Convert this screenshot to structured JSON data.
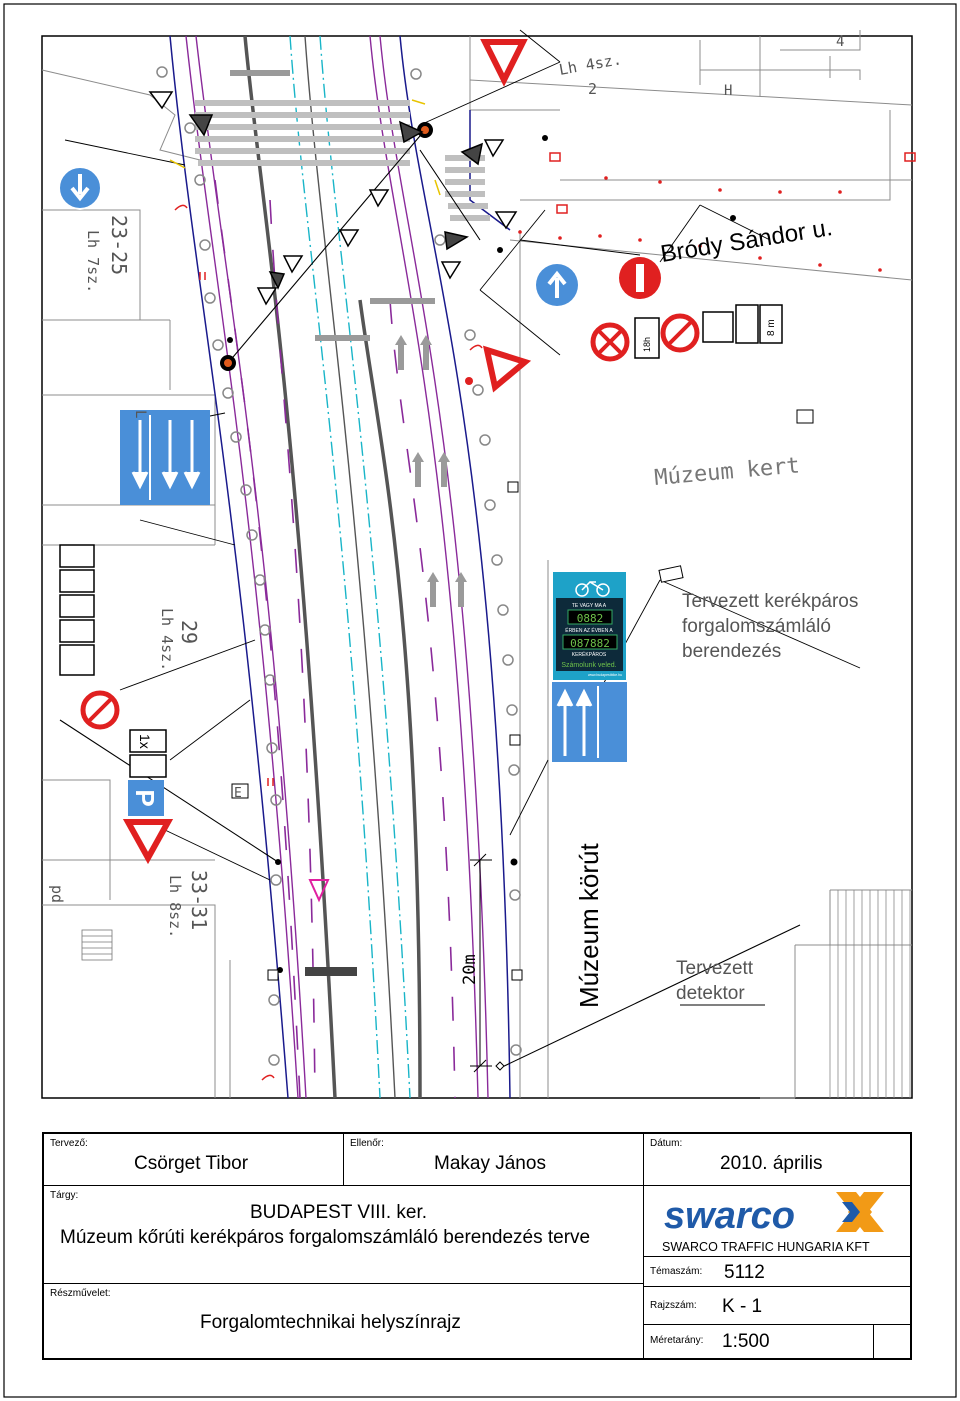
{
  "map": {
    "street_brody": "Bródy Sándor u.",
    "street_muzeum": "Múzeum körút",
    "place_muzeum_kert": "Múzeum kert",
    "callout_counter": [
      "Tervezett kerékpáros",
      "forgalomszámláló",
      "berendezés"
    ],
    "callout_detector": [
      "Tervezett",
      "detektor"
    ],
    "building_labels": {
      "lh4_top": "Lh 4sz.",
      "num_2": "2",
      "num_4": "4",
      "b23_25": "23-25",
      "lh7": "Lh 7sz.",
      "b29": "29",
      "lh4_mid": "Lh 4sz.",
      "b33_31": "33-31",
      "lh8": "Lh 8sz.",
      "pd": "pd",
      "e": "E",
      "h": "H",
      "l": "L"
    },
    "dimension": "20m",
    "parking_sign": "P",
    "counter_display": {
      "line1": "TE VAGY MA A",
      "digits1": "0882",
      "line2": "ÉRBEN AZ ÉVBEN A",
      "digits2": "087882",
      "line3": "KERÉKPÁROS",
      "slogan": "Számolunk veled.",
      "url": "www.budapestbike.hu"
    },
    "sign_texts": {
      "eight_m": "8 m",
      "eighteen_h": "18h",
      "one_x": "1x"
    }
  },
  "title_block": {
    "designer_label": "Tervező:",
    "designer": "Csörget Tibor",
    "checker_label": "Ellenőr:",
    "checker": "Makay János",
    "date_label": "Dátum:",
    "date": "2010. április",
    "subject_label": "Tárgy:",
    "subject_line1": "BUDAPEST VIII. ker.",
    "subject_line2": "Múzeum kőrúti kerékpáros forgalomszámláló berendezés terve",
    "company_logo": "swarco",
    "company": "SWARCO TRAFFIC HUNGARIA KFT",
    "subpart_label": "Részművelet:",
    "subpart": "Forgalomtechnikai helyszínrajz",
    "topic_label": "Témaszám:",
    "topic": "5112",
    "drawing_label": "Rajzszám:",
    "drawing": "K - 1",
    "scale_label": "Méretarány:",
    "scale": "1:500"
  },
  "colors": {
    "kerb": "#1a1a8c",
    "bike_lane": "#8a2a9a",
    "tram_axis": "#19b5c8",
    "road_line": "#4a4a4a",
    "sign_blue": "#4a8fd8",
    "sign_red": "#e02020",
    "swarco_blue": "#1f5aa8",
    "swarco_orange": "#f29a16"
  }
}
